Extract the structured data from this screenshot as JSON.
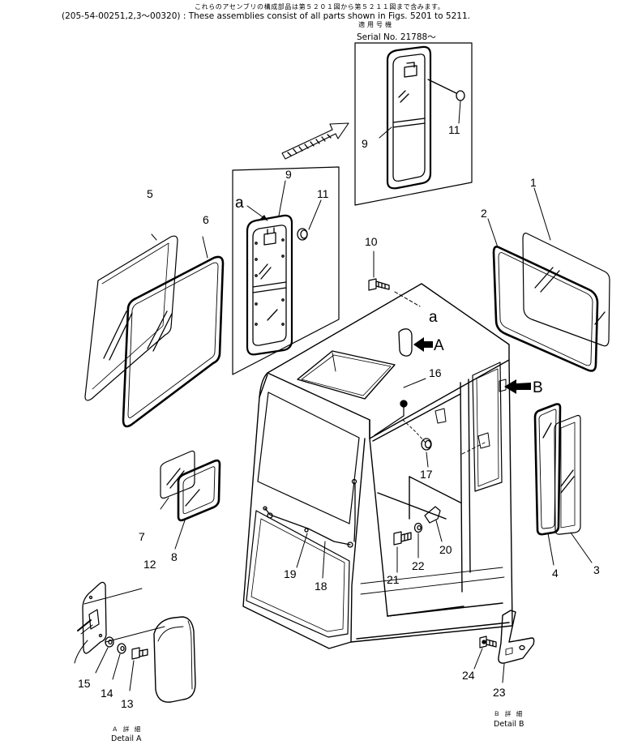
{
  "header": {
    "japanese_note": "これらのアセンブリの構成部品は第５２０１図から第５２１１図まで含みます。",
    "english_note": "(205-54-00251,2,3～00320) : These assemblies consist of all parts shown in Figs. 5201 to 5211.",
    "serial_japanese": "適用号機",
    "serial_label": "Serial No. 21788～"
  },
  "callouts": {
    "p1": "1",
    "p2": "2",
    "p3": "3",
    "p4": "4",
    "p5": "5",
    "p6": "6",
    "p7": "7",
    "p8": "8",
    "p9_top": "9",
    "p9_mid": "9",
    "p10": "10",
    "p11_top": "11",
    "p11_mid": "11",
    "p12": "12",
    "p13": "13",
    "p14": "14",
    "p15": "15",
    "p16": "16",
    "p17": "17",
    "p18": "18",
    "p19": "19",
    "p20": "20",
    "p21": "21",
    "p22": "22",
    "p23": "23",
    "p24": "24"
  },
  "markers": {
    "a_upper": "a",
    "a_lower": "a",
    "arrow_A": "A",
    "arrow_B": "B"
  },
  "details": {
    "a_japanese": "Ａ 詳 細",
    "a_label": "Detail A",
    "b_japanese": "Ｂ 詳 細",
    "b_label": "Detail B"
  }
}
